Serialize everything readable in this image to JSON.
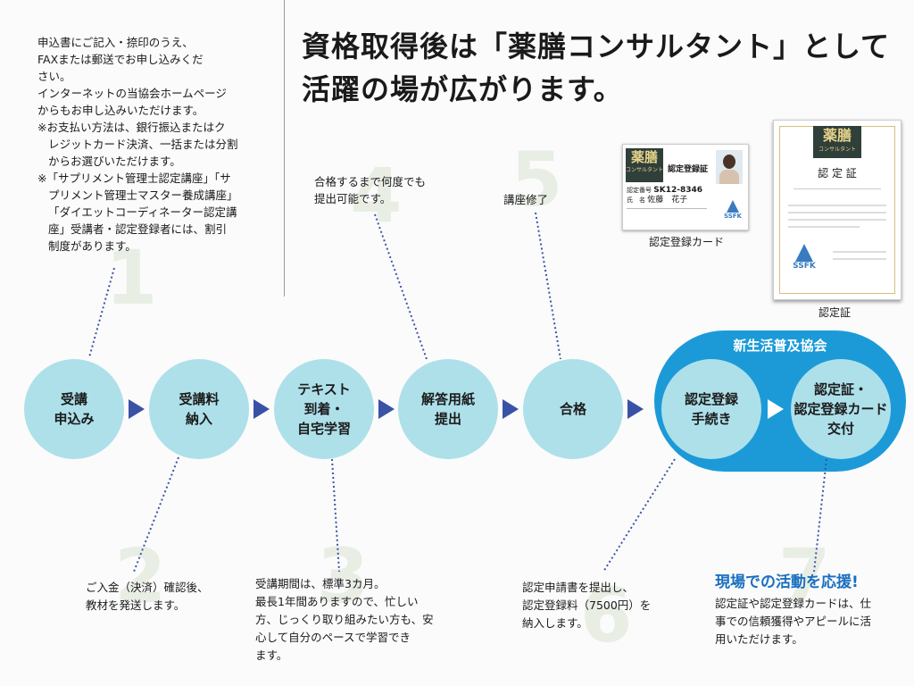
{
  "notes": {
    "line1": "申込書にご記入・捺印のうえ、",
    "line2": "FAXまたは郵送でお申し込みくだ",
    "line3": "さい。",
    "line4": "インターネットの当協会ホームページ",
    "line5": "からもお申し込みいただけます。",
    "pay1": "※お支払い方法は、銀行振込またはク",
    "pay2": "レジットカード決済、一括または分割",
    "pay3": "からお選びいただけます。",
    "disc1": "※「サプリメント管理士認定講座」「サ",
    "disc2": "プリメント管理士マスター養成講座」",
    "disc3": "「ダイエットコーディネーター認定講",
    "disc4": "座」受講者・認定登録者には、割引",
    "disc5": "制度があります。"
  },
  "headline": {
    "line1": "資格取得後は「薬膳コンサルタント」として",
    "line2": "活躍の場が広がります。"
  },
  "step_numbers": [
    "1",
    "2",
    "3",
    "4",
    "5",
    "6",
    "7"
  ],
  "annotations": {
    "resubmit1": "合格するまで何度でも",
    "resubmit2": "提出可能です。",
    "complete": "講座修了"
  },
  "steps": [
    {
      "label": "受講\n申込み"
    },
    {
      "label": "受講料\n納入"
    },
    {
      "label": "テキスト\n到着・\n自宅学習"
    },
    {
      "label": "解答用紙\n提出"
    },
    {
      "label": "合格"
    },
    {
      "label": "認定登録\n手続き"
    },
    {
      "label": "認定証・\n認定登録カード\n交付"
    }
  ],
  "org_name": "新生活普及協会",
  "card": {
    "logo_line1": "薬膳",
    "logo_line2": "コンサルタント",
    "title": "認定登録証",
    "number_label": "認定番号",
    "number": "SK12-8346",
    "name_label": "氏　名",
    "name": "佐藤　花子",
    "brand": "SSFK",
    "caption": "認定登録カード"
  },
  "certificate": {
    "logo_line1": "薬膳",
    "logo_line2": "コンサルタント",
    "title": "認 定 証",
    "brand": "SSFK",
    "caption": "認定証"
  },
  "bottom": {
    "s2_l1": "ご入金（決済）確認後、",
    "s2_l2": "教材を発送します。",
    "s3_l1": "受講期間は、標準3カ月。",
    "s3_l2": "最長1年間ありますので、忙しい",
    "s3_l3": "方、じっくり取り組みたい方も、安",
    "s3_l4": "心して自分のペースで学習でき",
    "s3_l5": "ます。",
    "s6_l1": "認定申請書を提出し、",
    "s6_l2": "認定登録料（7500円）を",
    "s6_l3": "納入します。",
    "s7_title": "現場での活動を応援!",
    "s7_l1": "認定証や認定登録カードは、仕",
    "s7_l2": "事での信頼獲得やアピールに活",
    "s7_l3": "用いただけます。"
  },
  "colors": {
    "circle": "#aee0ea",
    "arrow": "#3a52a6",
    "org": "#1c9ad8",
    "highlight": "#1a6fc0"
  }
}
